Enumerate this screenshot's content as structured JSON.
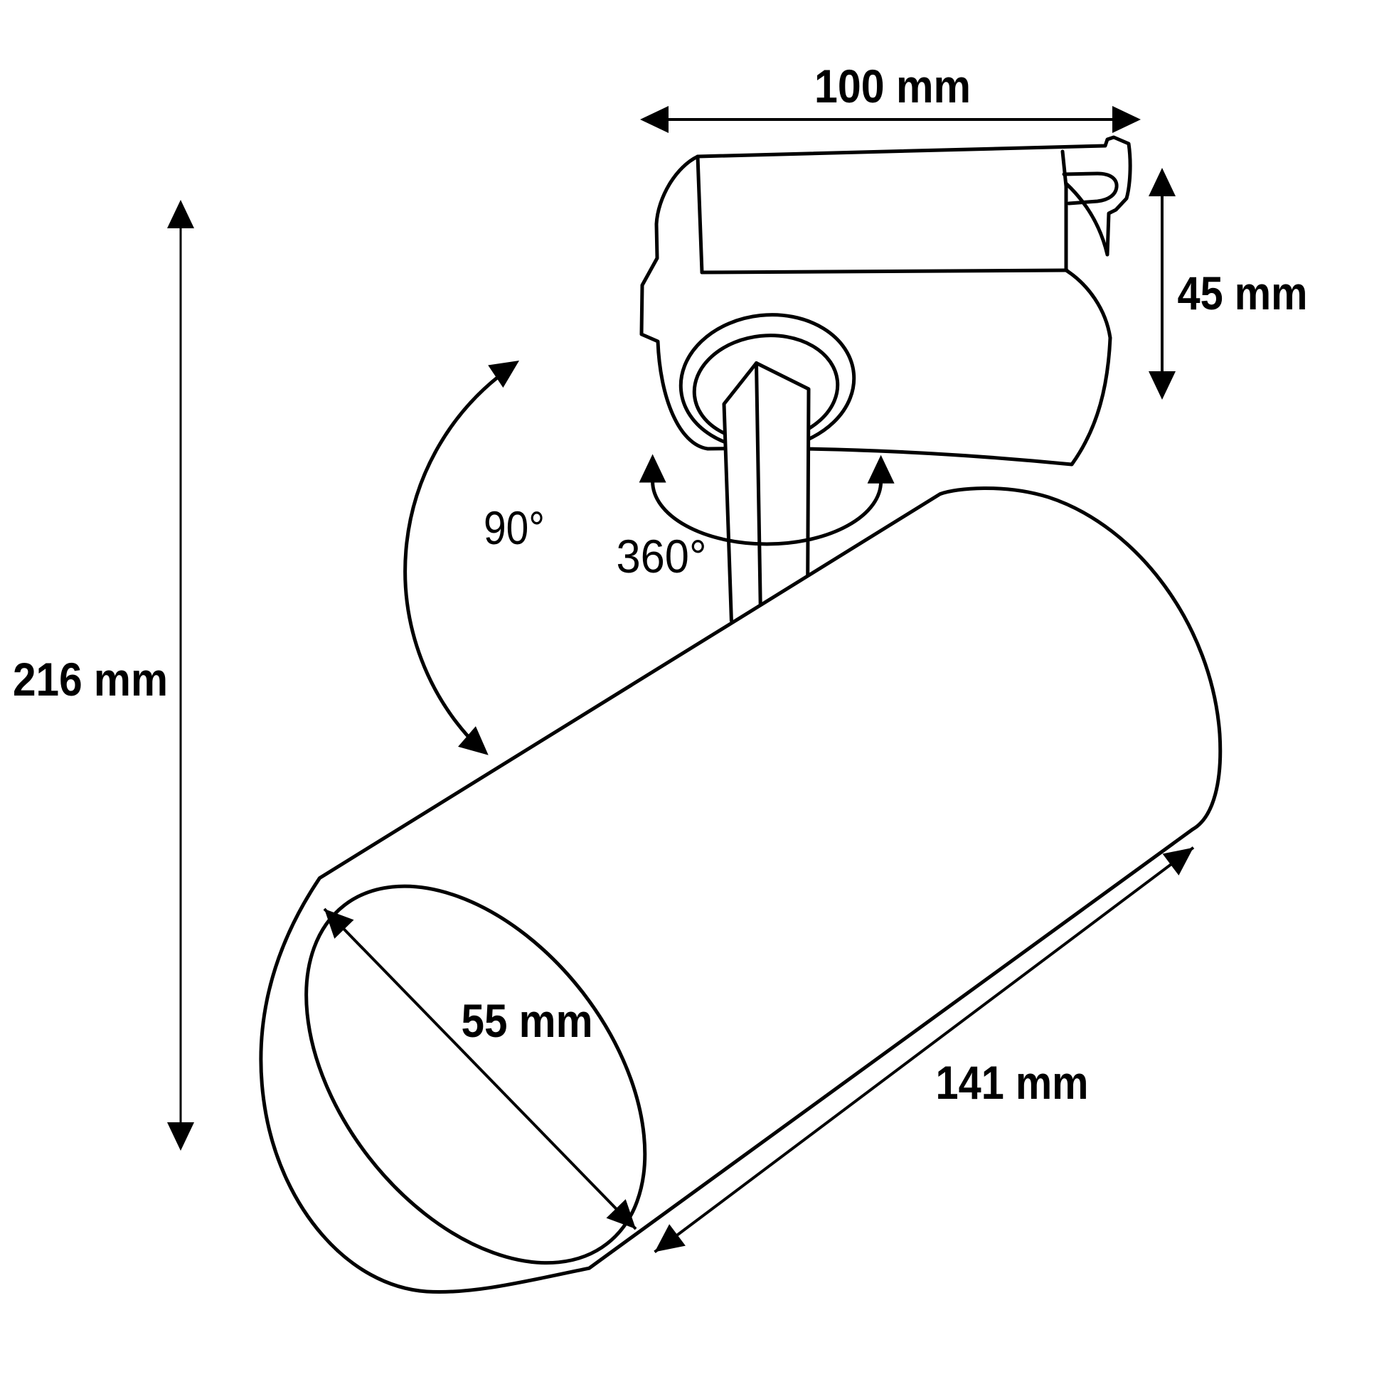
{
  "title": "Track spotlight dimensions diagram",
  "diagram": {
    "background_color": "#ffffff",
    "line_color": "#000000",
    "labels": {
      "adapter_width": "100 mm",
      "adapter_height": "45 mm",
      "total_height": "216 mm",
      "head_diameter": "55 mm",
      "body_length": "141 mm",
      "tilt_angle": "90°",
      "rotation_angle": "360°"
    }
  }
}
